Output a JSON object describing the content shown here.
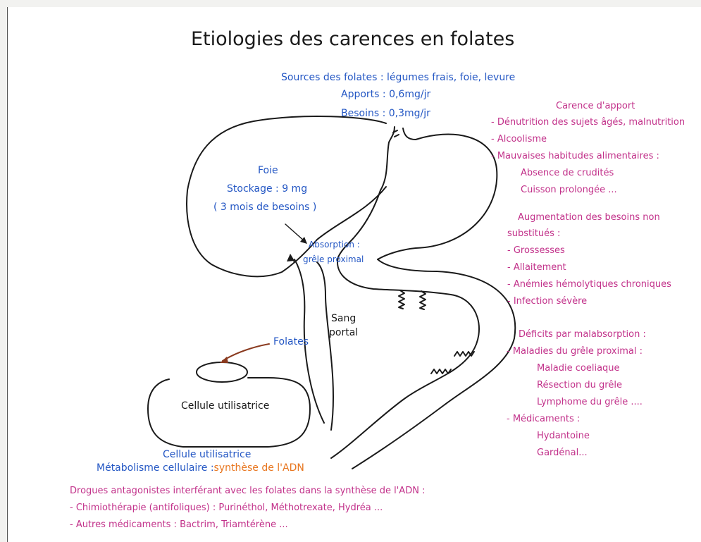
{
  "title": "Etiologies des carences en folates",
  "sources": {
    "line1": "Sources des folates : légumes frais, foie, levure",
    "apports": "Apports : 0,6mg/jr",
    "besoins": "Besoins : 0,3mg/jr"
  },
  "foie": {
    "label": "Foie",
    "stockage": "Stockage : 9 mg",
    "mois": "( 3 mois de besoins )"
  },
  "absorption": {
    "label": "Absorption :",
    "site": "grêle proximal"
  },
  "sang_portal": [
    "Sang",
    "portal"
  ],
  "folates_label": "Folates",
  "cellule": {
    "box_label": "Cellule utilisatrice",
    "caption": "Cellule utilisatrice",
    "metabolisme": "Métabolisme cellulaire :",
    "synthese": "synthèse de l'ADN"
  },
  "carence_apport": {
    "heading": "Carence d'apport",
    "items": [
      "- Dénutrition des sujets âgés, malnutrition",
      "- Alcoolisme",
      "- Mauvaises habitudes alimentaires :",
      "Absence de crudités",
      "Cuisson prolongée ..."
    ]
  },
  "augmentation": {
    "heading1": "Augmentation des besoins non",
    "heading2": "substitués :",
    "items": [
      "- Grossesses",
      "- Allaitement",
      "- Anémies hémolytiques chroniques",
      "- Infection sévère"
    ]
  },
  "malabsorption": {
    "heading": "Déficits par malabsorption :",
    "items": [
      "- Maladies du grêle proximal :",
      "Maladie coeliaque",
      "Résection du grêle",
      "Lymphome du grêle ....",
      "- Médicaments :",
      "Hydantoine",
      "Gardénal..."
    ]
  },
  "drogues": {
    "heading": "Drogues antagonistes interférant avec les folates dans la synthèse de l'ADN :",
    "items": [
      "- Chimiothérapie (antifoliques) : Purinéthol, Méthotrexate, Hydréa ...",
      "- Autres médicaments : Bactrim, Triamtérène ..."
    ]
  },
  "colors": {
    "blue": "#2457c4",
    "pink": "#c2318a",
    "orange": "#e8761f",
    "ink": "#1a1a1a"
  }
}
